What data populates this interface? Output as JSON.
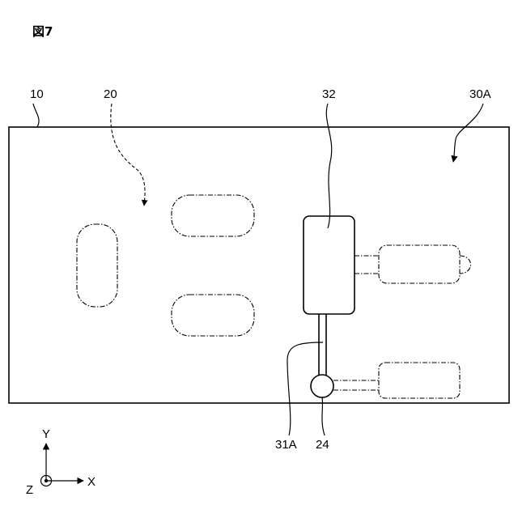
{
  "figure": {
    "title": "図7"
  },
  "labels": {
    "board": "10",
    "region": "20",
    "component_32": "32",
    "unit_30a": "30A",
    "shaft_31a": "31A",
    "joint_24": "24"
  },
  "axes": {
    "y": "Y",
    "x": "X",
    "z": "Z"
  },
  "colors": {
    "line": "#000000",
    "background": "#ffffff"
  }
}
